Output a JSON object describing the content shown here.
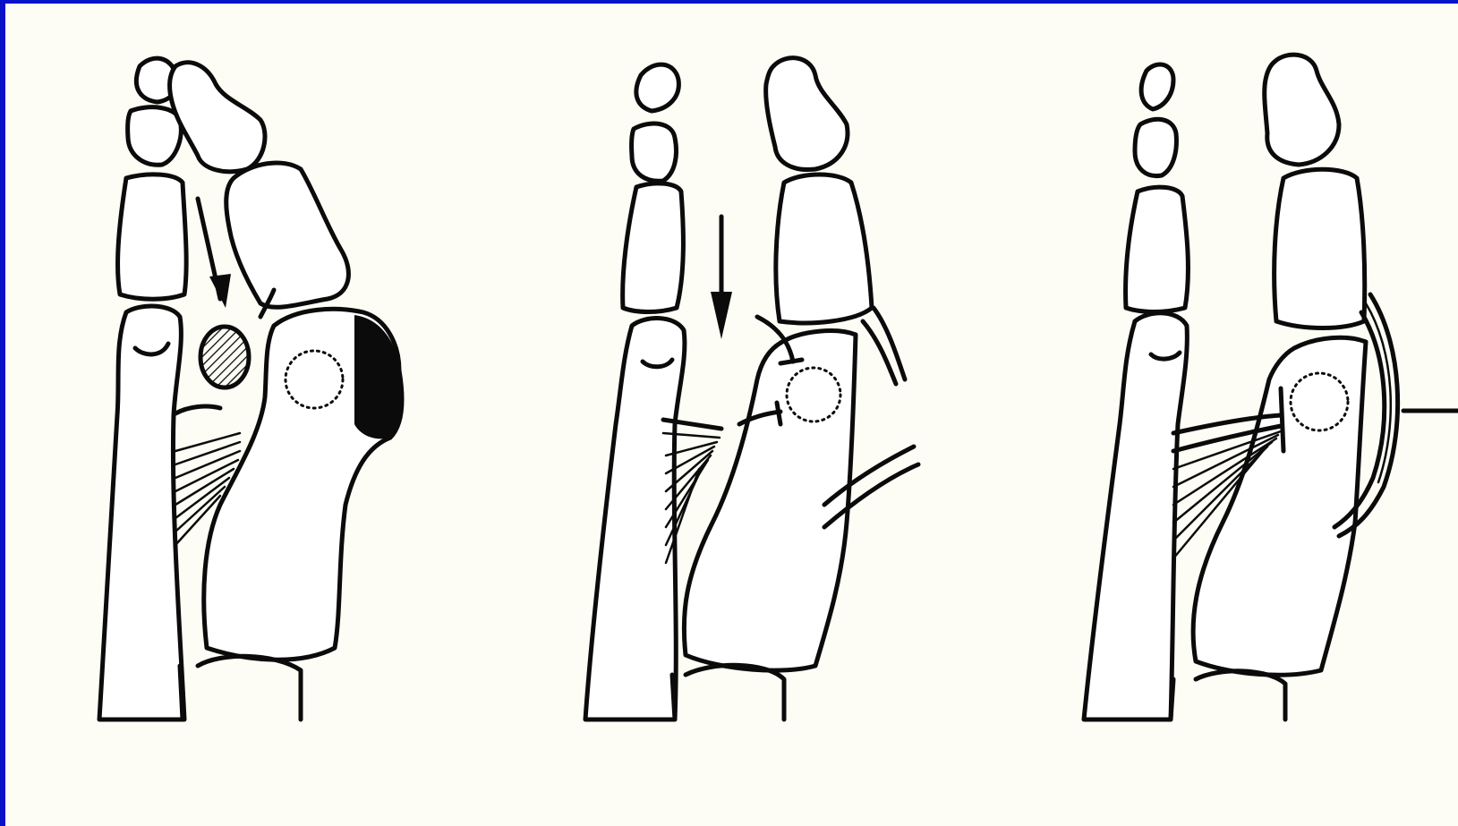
{
  "figure": {
    "panels": [
      {
        "id": "panel-1",
        "depicts": "forefoot-bones-with-bunion-and-sesamoid"
      },
      {
        "id": "panel-2",
        "depicts": "forefoot-bones-with-tendon-release"
      },
      {
        "id": "panel-3",
        "depicts": "forefoot-bones-with-tendon-transfer"
      }
    ],
    "colors": {
      "border": "#0a12c8",
      "paper": "#fdfdf6",
      "ink": "#0b0b0b"
    },
    "icons": [
      "arrow-down-icon",
      "hatched-sesamoid-icon",
      "dotted-circle-icon",
      "stippled-bunion-icon"
    ]
  }
}
